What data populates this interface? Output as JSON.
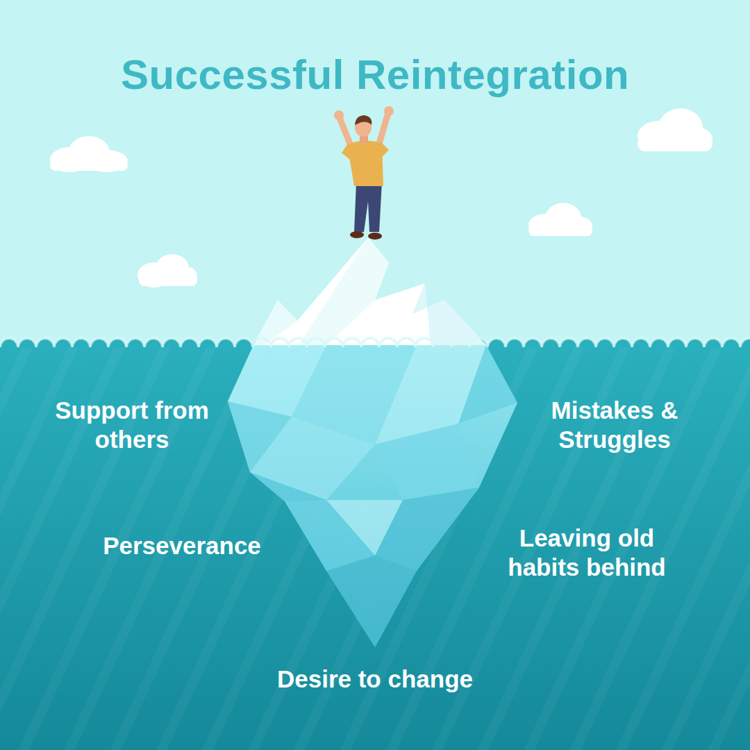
{
  "diagram": {
    "title": "Successful Reintegration",
    "labels": [
      "Support from others",
      "Mistakes & Struggles",
      "Perseverance",
      "Leaving old habits behind",
      "Desire to change"
    ]
  }
}
